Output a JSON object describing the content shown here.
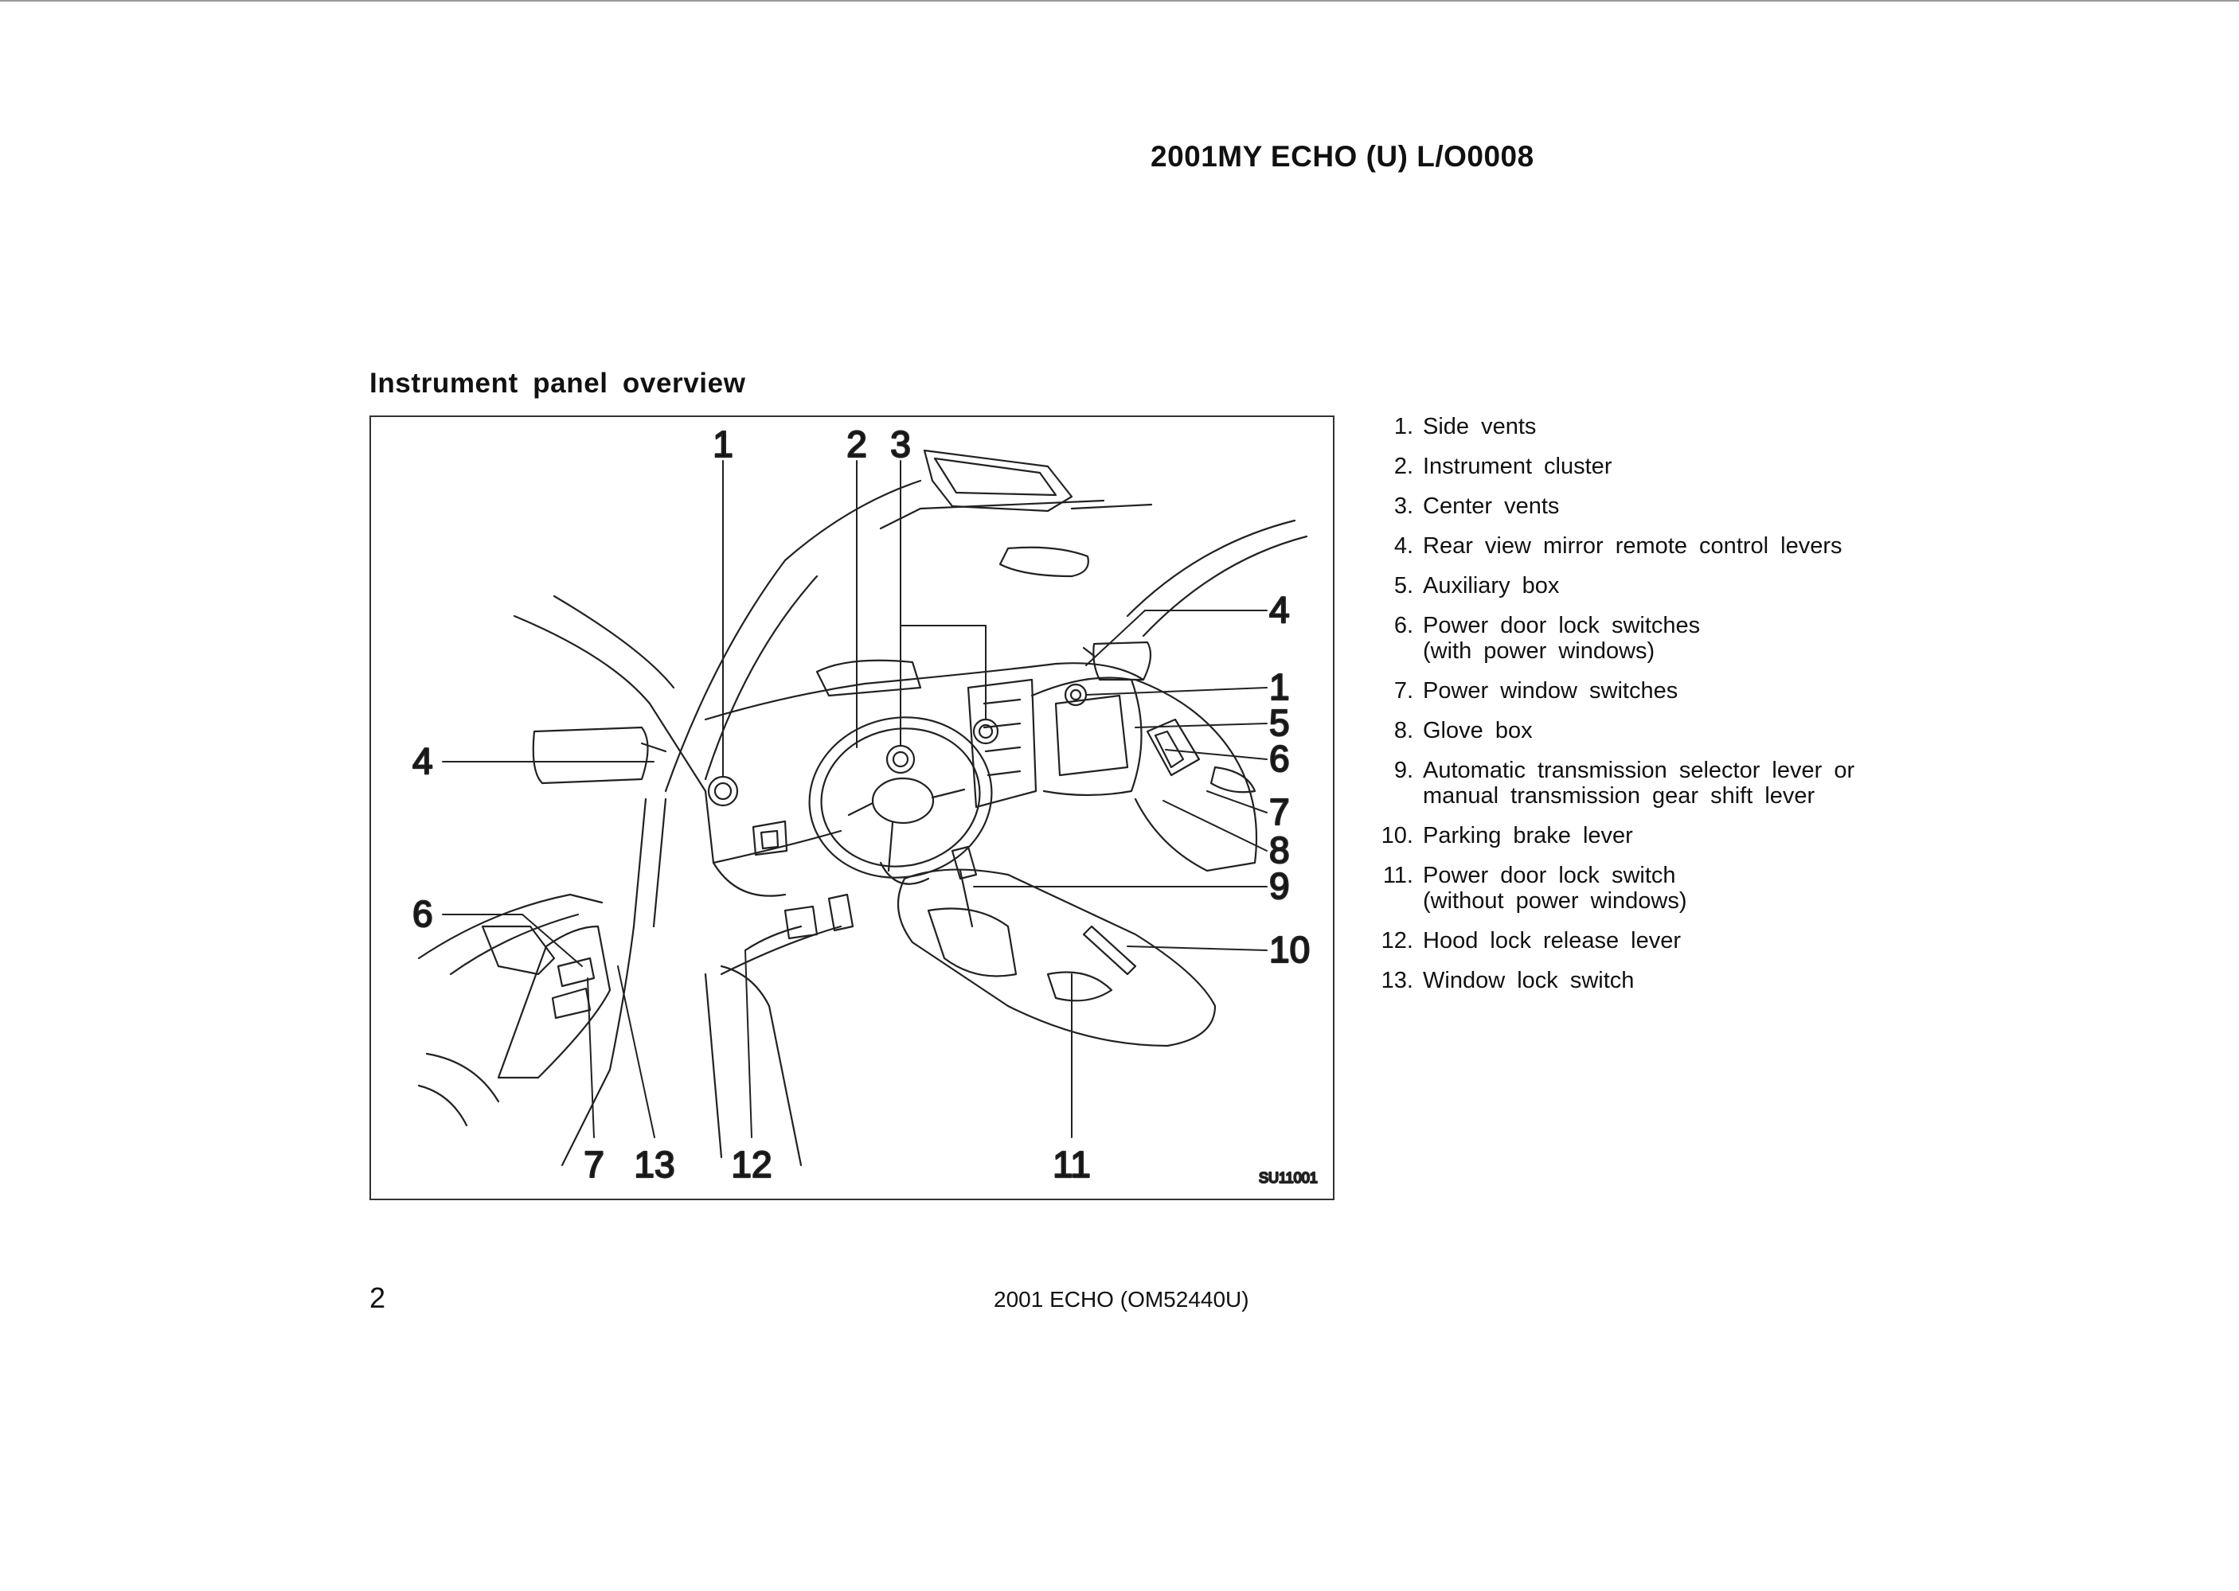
{
  "header": {
    "doc_code": "2001MY ECHO (U) L/O0008"
  },
  "section": {
    "title": "Instrument panel overview"
  },
  "figure": {
    "code": "SU11001",
    "callouts": {
      "top_1": "1",
      "top_2": "2",
      "top_3": "3",
      "right_4": "4",
      "right_1": "1",
      "right_5": "5",
      "right_6": "6",
      "right_7": "7",
      "right_8": "8",
      "right_9": "9",
      "right_10": "10",
      "left_4": "4",
      "left_6": "6",
      "bottom_7": "7",
      "bottom_13": "13",
      "bottom_12": "12",
      "bottom_11": "11"
    }
  },
  "legend": [
    {
      "num": "1.",
      "line1": "Side vents",
      "line2": ""
    },
    {
      "num": "2.",
      "line1": "Instrument cluster",
      "line2": ""
    },
    {
      "num": "3.",
      "line1": "Center vents",
      "line2": ""
    },
    {
      "num": "4.",
      "line1": "Rear view mirror remote control levers",
      "line2": ""
    },
    {
      "num": "5.",
      "line1": "Auxiliary box",
      "line2": ""
    },
    {
      "num": "6.",
      "line1": "Power door lock switches",
      "line2": "(with power windows)"
    },
    {
      "num": "7.",
      "line1": "Power window switches",
      "line2": ""
    },
    {
      "num": "8.",
      "line1": "Glove box",
      "line2": ""
    },
    {
      "num": "9.",
      "line1": "Automatic transmission selector lever or",
      "line2": "manual transmission gear shift lever"
    },
    {
      "num": "10.",
      "line1": "Parking brake lever",
      "line2": ""
    },
    {
      "num": "11.",
      "line1": "Power door lock switch",
      "line2": "(without power windows)"
    },
    {
      "num": "12.",
      "line1": "Hood lock release lever",
      "line2": ""
    },
    {
      "num": "13.",
      "line1": "Window lock switch",
      "line2": ""
    }
  ],
  "footer": {
    "page_number": "2",
    "doc_ref": "2001 ECHO (OM52440U)"
  }
}
